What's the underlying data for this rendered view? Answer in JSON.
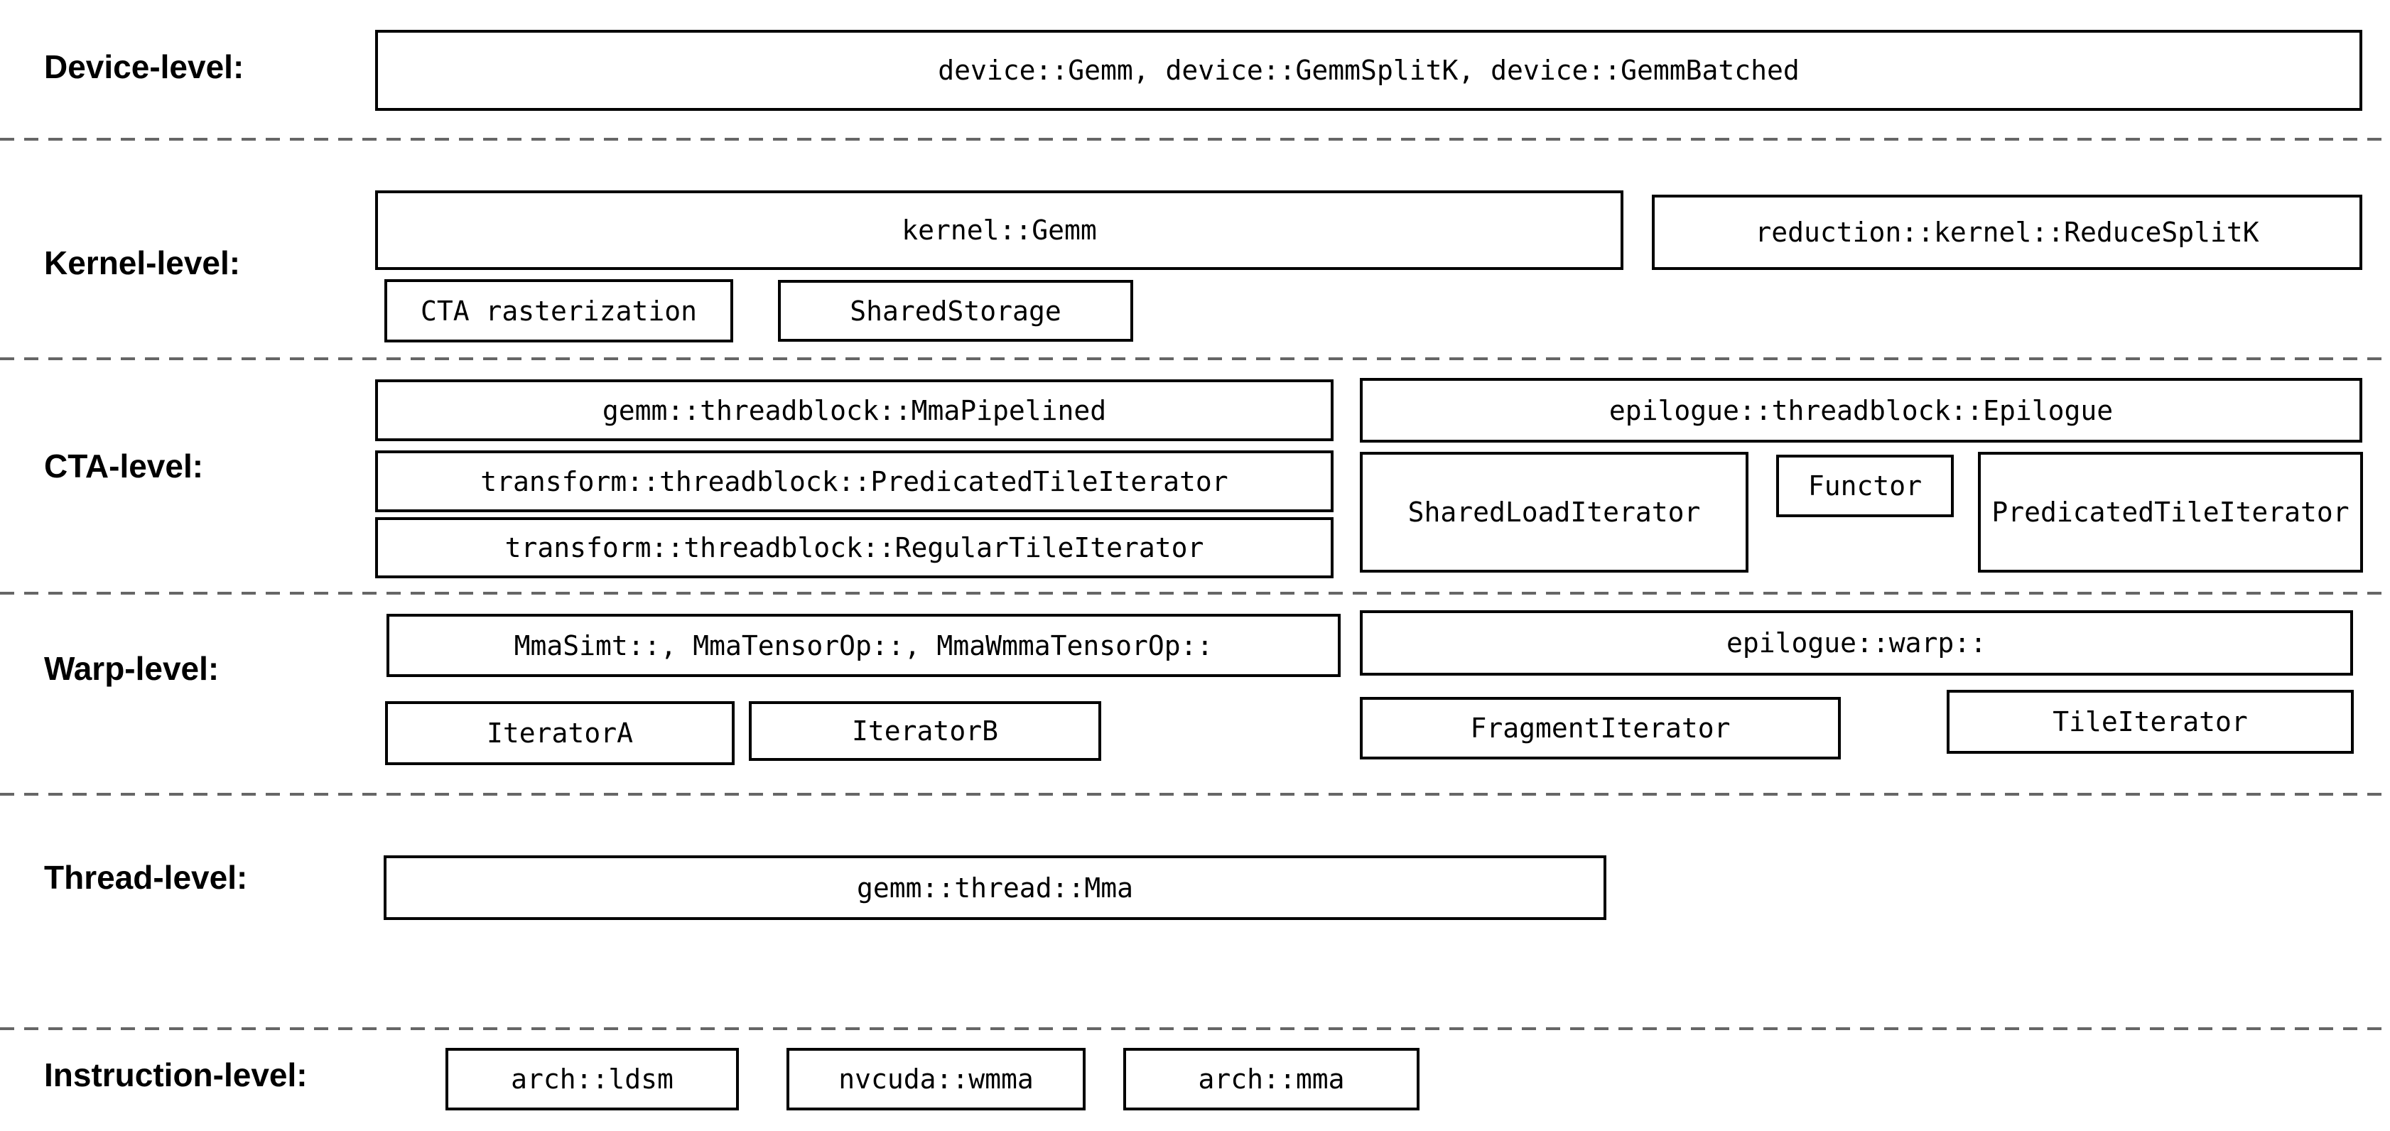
{
  "diagram": {
    "title_semantic": "CUTLASS GEMM hierarchy levels",
    "colors": {
      "background": "#ffffff",
      "box_border": "#000000",
      "text": "#000000",
      "separator_dash": "#666666"
    },
    "rows": {
      "device": {
        "label": "Device-level:",
        "main": "device::Gemm, device::GemmSplitK, device::GemmBatched"
      },
      "kernel": {
        "label": "Kernel-level:",
        "gemm": "kernel::Gemm",
        "reduce": "reduction::kernel::ReduceSplitK",
        "cta_raster": "CTA rasterization",
        "shared_storage": "SharedStorage"
      },
      "cta": {
        "label": "CTA-level:",
        "mma_pipelined": "gemm::threadblock::MmaPipelined",
        "predicated_tile_iterator": "transform::threadblock::PredicatedTileIterator",
        "regular_tile_iterator": "transform::threadblock::RegularTileIterator",
        "epilogue": "epilogue::threadblock::Epilogue",
        "shared_load_iterator": "SharedLoadIterator",
        "functor": "Functor",
        "epilogue_predicated_tile_iterator": "PredicatedTileIterator"
      },
      "warp": {
        "label": "Warp-level:",
        "mma": "MmaSimt::, MmaTensorOp::, MmaWmmaTensorOp::",
        "iterator_a": "IteratorA",
        "iterator_b": "IteratorB",
        "epilogue_warp": "epilogue::warp::",
        "fragment_iterator": "FragmentIterator",
        "tile_iterator": "TileIterator"
      },
      "thread": {
        "label": "Thread-level:",
        "mma": "gemm::thread::Mma"
      },
      "instruction": {
        "label": "Instruction-level:",
        "ldsm": "arch::ldsm",
        "wmma": "nvcuda::wmma",
        "mma": "arch::mma"
      }
    }
  }
}
